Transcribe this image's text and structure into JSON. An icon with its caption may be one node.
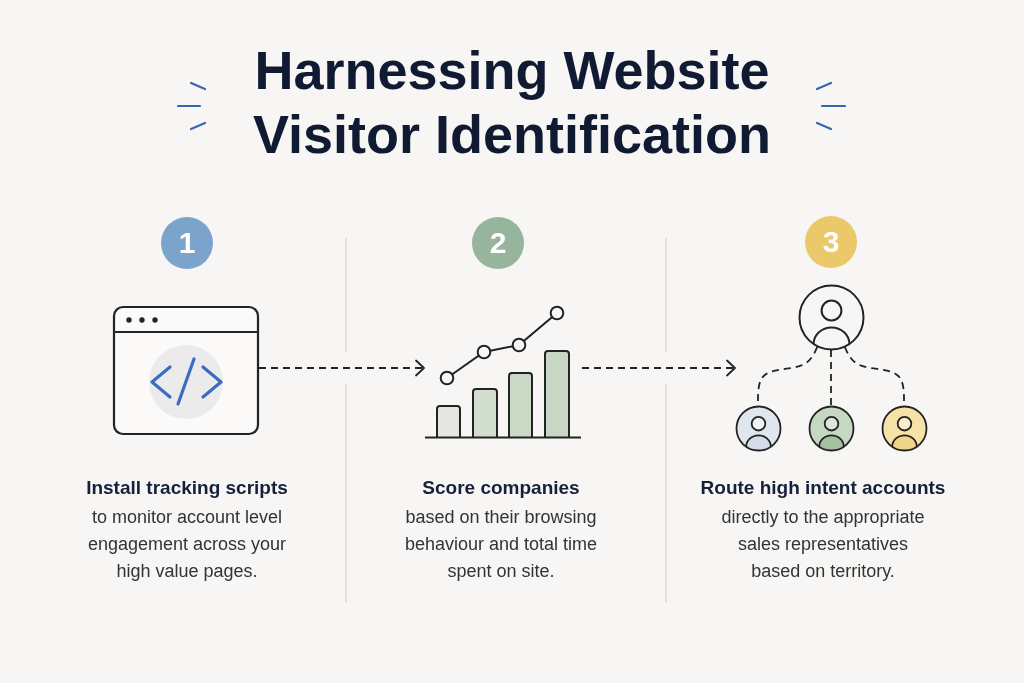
{
  "diagram": {
    "title": "Harnessing Website Visitor Identification",
    "nodes": [
      {
        "text": [
          "1"
        ]
      },
      {
        "text": [],
        "shape": "picture"
      },
      {
        "text": [
          "2"
        ]
      },
      {
        "text": [],
        "shape": "picture"
      },
      {
        "text": [
          "3"
        ]
      },
      {
        "text": [],
        "shape": "picture"
      },
      {
        "text": [],
        "shape": "person",
        "in": 5
      },
      {
        "text": [],
        "shape": "person",
        "in": 5
      },
      {
        "text": [],
        "shape": "person",
        "in": 5
      },
      {
        "text": [],
        "shape": "person",
        "in": 5
      }
    ],
    "edges": [
      {
        "from": 1,
        "to": 3,
        "arrow": "to",
        "style": "dashed"
      },
      {
        "from": 3,
        "to": 5,
        "arrow": "to",
        "style": "dashed"
      },
      {
        "from": 6,
        "to": 7,
        "arrow": "none",
        "style": "dashed"
      },
      {
        "from": 6,
        "to": 8,
        "arrow": "none",
        "style": "dashed"
      },
      {
        "from": 6,
        "to": 9,
        "arrow": "none",
        "style": "dashed"
      }
    ],
    "labels": [
      "Install tracking scripts",
      "to monitor account level engagement across your high value pages.",
      "Score companies",
      "based on their browsing behaviour and total time spent on site.",
      "Route high intent accounts",
      "directly to the appropriate sales representatives based on territory."
    ]
  }
}
